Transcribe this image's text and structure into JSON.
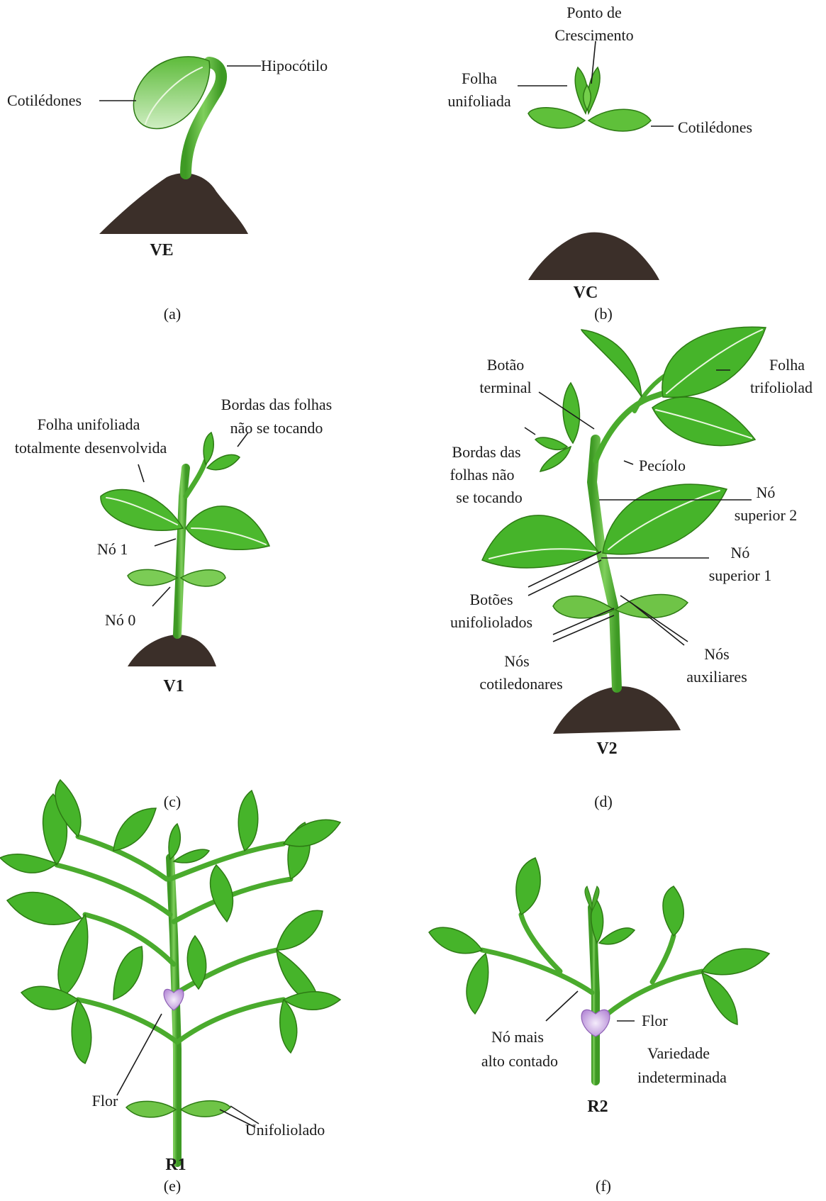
{
  "colors": {
    "leaf": "#4cb82e",
    "leaf_light": "#8ad46a",
    "stem": "#4aab2d",
    "soil": "#3b2f29",
    "flower": "#c9a8e3"
  },
  "panels": {
    "a": {
      "caption": "(a)",
      "stage": "VE",
      "labels": {
        "hypocotyl": "Hipocótilo",
        "cotyledons": "Cotilédones"
      }
    },
    "b": {
      "caption": "(b)",
      "stage": "VC",
      "labels": {
        "growth_point_1": "Ponto de",
        "growth_point_2": "Crescimento",
        "unifoliate_1": "Folha",
        "unifoliate_2": "unifoliada",
        "cotyledons": "Cotilédones"
      }
    },
    "c": {
      "caption": "(c)",
      "stage": "V1",
      "labels": {
        "unifoliate_1": "Folha unifoliada",
        "unifoliate_2": "totalmente desenvolvida",
        "edges_1": "Bordas das folhas",
        "edges_2": "não se tocando",
        "node1": "Nó 1",
        "node0": "Nó 0"
      }
    },
    "d": {
      "caption": "(d)",
      "stage": "V2",
      "labels": {
        "terminal_bud_1": "Botão",
        "terminal_bud_2": "terminal",
        "trifoliate_1": "Folha",
        "trifoliate_2": "trifoliolad",
        "edges_1": "Bordas das",
        "edges_2": "folhas não",
        "edges_3": "se tocando",
        "petiole": "Pecíolo",
        "upper_node2_1": "Nó",
        "upper_node2_2": "superior 2",
        "upper_node1_1": "Nó",
        "upper_node1_2": "superior 1",
        "unifoliate_buds_1": "Botões",
        "unifoliate_buds_2": "unifoliolados",
        "cotyledon_nodes_1": "Nós",
        "cotyledon_nodes_2": "cotiledonares",
        "aux_nodes_1": "Nós",
        "aux_nodes_2": "auxiliares"
      }
    },
    "e": {
      "caption": "(e)",
      "stage": "R1",
      "labels": {
        "flower": "Flor",
        "unifoliolate": "Unifoliolado"
      }
    },
    "f": {
      "caption": "(f)",
      "stage": "R2",
      "labels": {
        "flower": "Flor",
        "highest_node_1": "Nó mais",
        "highest_node_2": "alto contado",
        "variety_1": "Variedade",
        "variety_2": "indeterminada"
      }
    }
  }
}
